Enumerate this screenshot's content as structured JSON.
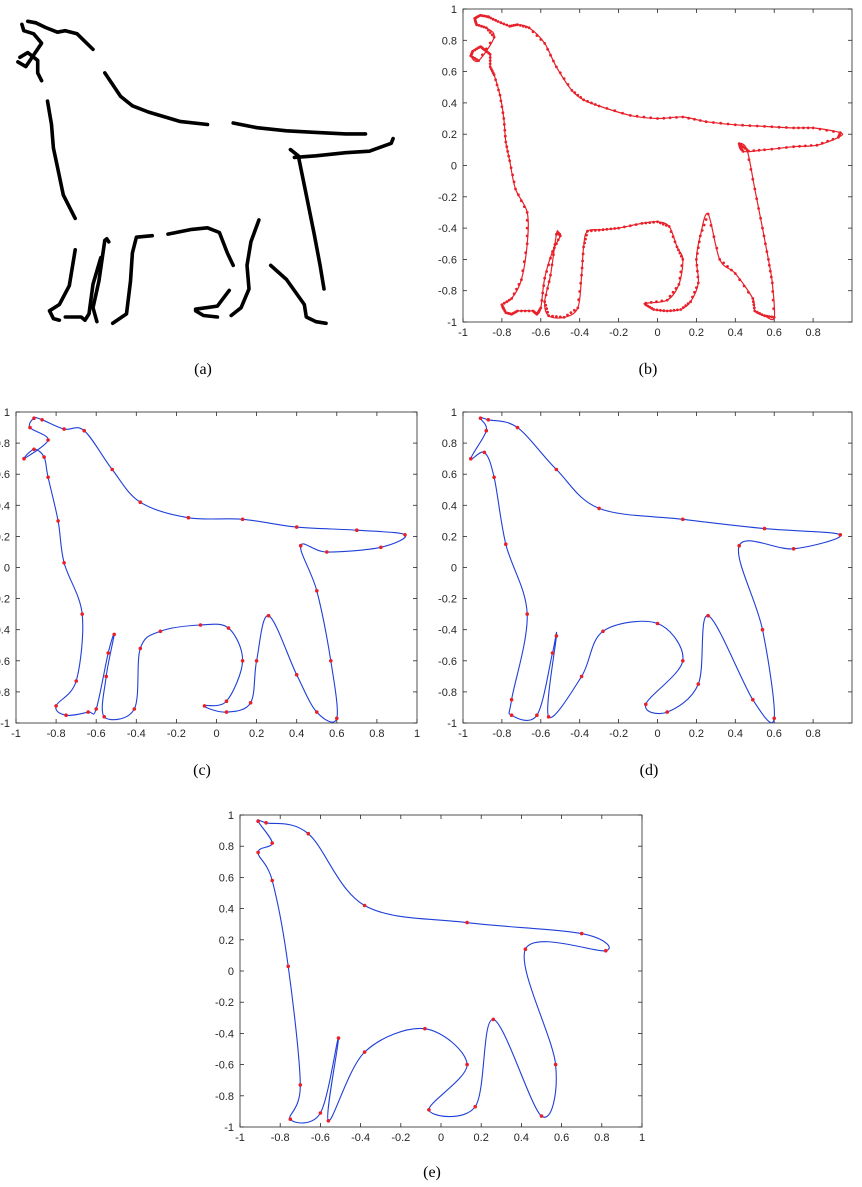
{
  "colors": {
    "axis": "#262626",
    "points": "#e8202a",
    "curve": "#1f3fd8",
    "sketch": "#000000"
  },
  "panels": [
    {
      "id": "a",
      "caption": "(a)"
    },
    {
      "id": "b",
      "caption": "(b)"
    },
    {
      "id": "c",
      "caption": "(c)"
    },
    {
      "id": "d",
      "caption": "(d)"
    },
    {
      "id": "e",
      "caption": "(e)"
    }
  ],
  "chart_data": [
    {
      "panel": "b",
      "type": "line",
      "xlim": [
        -1,
        1
      ],
      "ylim": [
        -1,
        1
      ],
      "x_ticks": [
        "-1",
        "-0.8",
        "-0.6",
        "-0.4",
        "-0.2",
        "0",
        "0.2",
        "0.4",
        "0.6",
        "0.8"
      ],
      "y_ticks": [
        "1",
        "0.8",
        "0.6",
        "0.4",
        "0.2",
        "0",
        "-0.2",
        "-0.4",
        "-0.6",
        "-0.8",
        "-1"
      ],
      "grid": false,
      "sample_step": 1,
      "series": [
        {
          "style": "red markers on dense contour",
          "x": [
            -0.87,
            -0.82,
            -0.76,
            -0.72,
            -0.66,
            -0.58,
            -0.52,
            -0.44,
            -0.38,
            -0.3,
            -0.14,
            0.0,
            0.13,
            0.25,
            0.4,
            0.55,
            0.7,
            0.8,
            0.94,
            0.93,
            0.82,
            0.7,
            0.55,
            0.44,
            0.42,
            0.46,
            0.5,
            0.54,
            0.57,
            0.59,
            0.6,
            0.55,
            0.5,
            0.49,
            0.4,
            0.32,
            0.26,
            0.22,
            0.2,
            0.21,
            0.17,
            0.12,
            0.05,
            -0.02,
            -0.06,
            -0.06,
            0.05,
            0.11,
            0.13,
            0.1,
            0.06,
            0.0,
            -0.08,
            -0.2,
            -0.28,
            -0.36,
            -0.38,
            -0.39,
            -0.41,
            -0.48,
            -0.56,
            -0.58,
            -0.55,
            -0.52,
            -0.51,
            -0.5,
            -0.54,
            -0.58,
            -0.6,
            -0.62,
            -0.64,
            -0.72,
            -0.75,
            -0.78,
            -0.8,
            -0.75,
            -0.7,
            -0.67,
            -0.67,
            -0.73,
            -0.76,
            -0.78,
            -0.79,
            -0.81,
            -0.84,
            -0.86,
            -0.86,
            -0.89,
            -0.91,
            -0.95,
            -0.96,
            -0.92,
            -0.84,
            -0.88,
            -0.93,
            -0.94,
            -0.91,
            -0.87
          ],
          "y": [
            0.95,
            0.92,
            0.89,
            0.9,
            0.88,
            0.78,
            0.63,
            0.48,
            0.42,
            0.38,
            0.32,
            0.3,
            0.31,
            0.28,
            0.26,
            0.25,
            0.24,
            0.24,
            0.21,
            0.18,
            0.13,
            0.12,
            0.1,
            0.09,
            0.14,
            0.1,
            -0.15,
            -0.4,
            -0.6,
            -0.75,
            -0.97,
            -0.96,
            -0.93,
            -0.85,
            -0.69,
            -0.6,
            -0.31,
            -0.45,
            -0.6,
            -0.75,
            -0.87,
            -0.92,
            -0.93,
            -0.92,
            -0.89,
            -0.88,
            -0.86,
            -0.76,
            -0.6,
            -0.52,
            -0.39,
            -0.36,
            -0.37,
            -0.4,
            -0.41,
            -0.42,
            -0.52,
            -0.7,
            -0.91,
            -0.97,
            -0.96,
            -0.87,
            -0.7,
            -0.44,
            -0.43,
            -0.45,
            -0.55,
            -0.72,
            -0.91,
            -0.95,
            -0.93,
            -0.93,
            -0.95,
            -0.94,
            -0.89,
            -0.85,
            -0.73,
            -0.5,
            -0.3,
            -0.15,
            0.03,
            0.15,
            0.3,
            0.45,
            0.58,
            0.63,
            0.71,
            0.74,
            0.76,
            0.73,
            0.7,
            0.67,
            0.82,
            0.88,
            0.9,
            0.94,
            0.96,
            0.95
          ]
        }
      ]
    },
    {
      "panel": "c",
      "type": "line",
      "xlim": [
        -1,
        1
      ],
      "ylim": [
        -1,
        1
      ],
      "x_ticks": [
        "-1",
        "-0.8",
        "-0.6",
        "-0.4",
        "-0.2",
        "0",
        "0.2",
        "0.4",
        "0.6",
        "0.8",
        "1"
      ],
      "y_ticks": [
        "1",
        "0.8",
        "0.6",
        "0.4",
        "0.2",
        "0",
        "-0.2",
        "-0.4",
        "-0.6",
        "-0.8",
        "-1"
      ],
      "grid": false,
      "sample_step": 2,
      "series": [
        {
          "style": "blue curve with red control points",
          "ref": "b"
        }
      ]
    },
    {
      "panel": "d",
      "type": "line",
      "xlim": [
        -1,
        1
      ],
      "ylim": [
        -1,
        1
      ],
      "x_ticks": [
        "-1",
        "-0.8",
        "-0.6",
        "-0.4",
        "-0.2",
        "0",
        "0.2",
        "0.4",
        "0.6",
        "0.8"
      ],
      "y_ticks": [
        "1",
        "0.8",
        "0.6",
        "0.4",
        "0.2",
        "0",
        "-0.2",
        "-0.4",
        "-0.6",
        "-0.8",
        "-1"
      ],
      "grid": false,
      "sample_step": 3,
      "series": [
        {
          "style": "blue curve with red control points",
          "ref": "b"
        }
      ]
    },
    {
      "panel": "e",
      "type": "line",
      "xlim": [
        -1,
        1
      ],
      "ylim": [
        -1,
        1
      ],
      "x_ticks": [
        "-1",
        "-0.8",
        "-0.6",
        "-0.4",
        "-0.2",
        "0",
        "0.2",
        "0.4",
        "0.6",
        "0.8",
        "1"
      ],
      "y_ticks": [
        "1",
        "0.8",
        "0.6",
        "0.4",
        "0.2",
        "0",
        "-0.2",
        "-0.4",
        "-0.6",
        "-0.8",
        "-1"
      ],
      "grid": false,
      "sample_step": 4,
      "series": [
        {
          "style": "blue curve with red control points",
          "ref": "b"
        }
      ]
    }
  ]
}
